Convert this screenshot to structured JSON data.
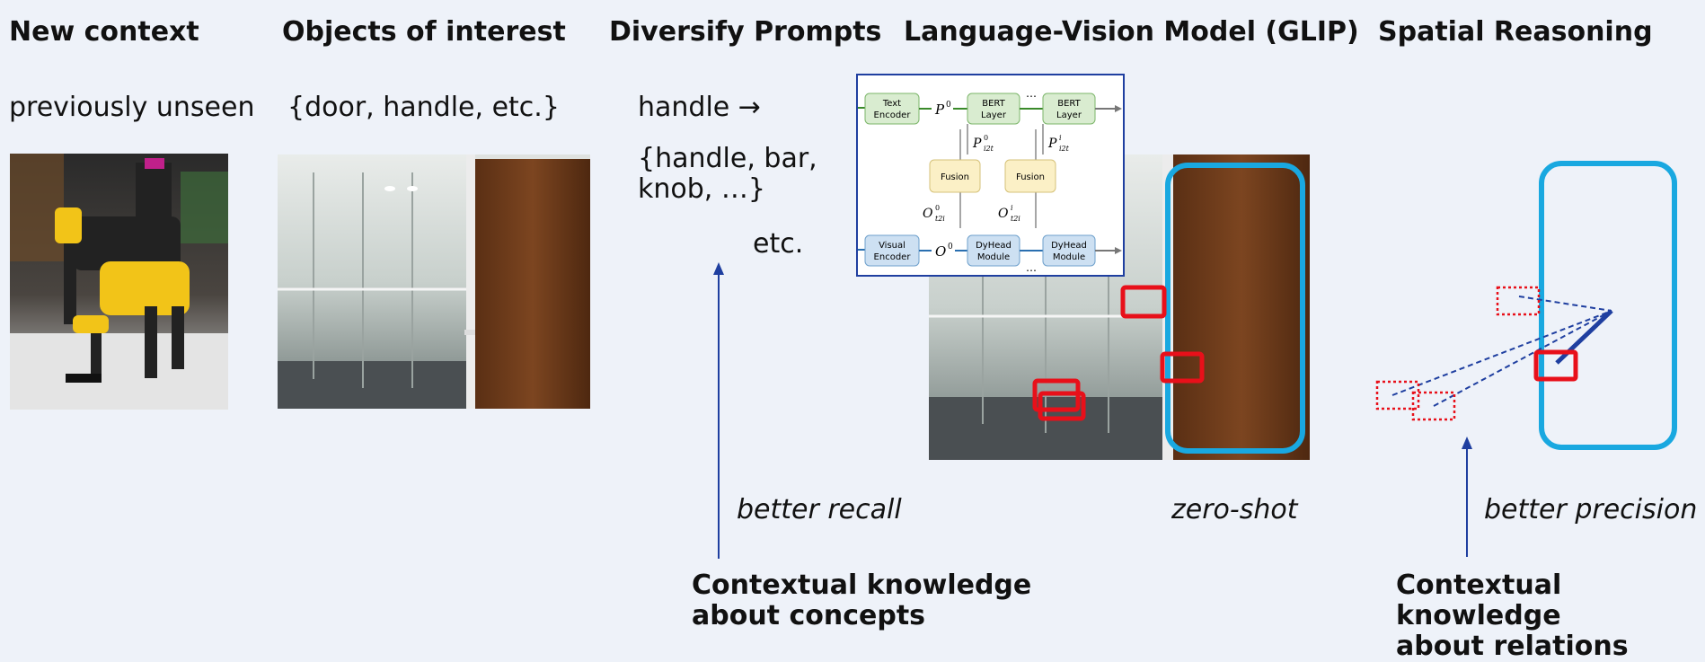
{
  "columns": {
    "new_context": {
      "heading": "New context",
      "text": "previously unseen"
    },
    "objects": {
      "heading": "Objects of interest",
      "text": "{door, handle, etc.}"
    },
    "prompts": {
      "heading": "Diversify Prompts",
      "line1": "handle →",
      "line2": "{handle, bar,\nknob, …}",
      "line3": "etc.",
      "note": "better recall"
    },
    "glip": {
      "heading": "Language-Vision Model (GLIP)",
      "note": "zero-shot"
    },
    "spatial": {
      "heading": "Spatial Reasoning",
      "note": "better precision"
    }
  },
  "bottom_notes": {
    "concepts": "Contextual knowledge\nabout concepts",
    "relations": "Contextual knowledge\nabout relations"
  },
  "glip_diagram": {
    "text_encoder": "Text\nEncoder",
    "bert_layer_1": "BERT\nLayer",
    "bert_layer_2": "BERT\nLayer",
    "fusion_1": "Fusion",
    "fusion_2": "Fusion",
    "visual_encoder": "Visual\nEncoder",
    "dyhead_1": "DyHead\nModule",
    "dyhead_2": "DyHead\nModule",
    "p0": "P",
    "p0_sup": "0",
    "o0": "O",
    "o0_sup": "0",
    "p_i2t_0": "P",
    "p_i2t_0_sup": "0",
    "p_i2t_0_sub": "i2t",
    "p_i2t_i": "P",
    "p_i2t_i_sup": "i",
    "p_i2t_i_sub": "i2t",
    "o_t2i_0": "O",
    "o_t2i_0_sup": "0",
    "o_t2i_0_sub": "t2i",
    "o_t2i_i": "O",
    "o_t2i_i_sup": "i",
    "o_t2i_i_sub": "t2i",
    "ellipsis": "…"
  },
  "colors": {
    "background": "#eef2f9",
    "detection_box": "#e8101a",
    "door_box": "#19a8e0",
    "arrow_blue": "#1f3fa0",
    "text_encoder_fill": "#d9ecd0",
    "fusion_fill": "#fbf0c6",
    "visual_fill": "#cde0f2"
  }
}
